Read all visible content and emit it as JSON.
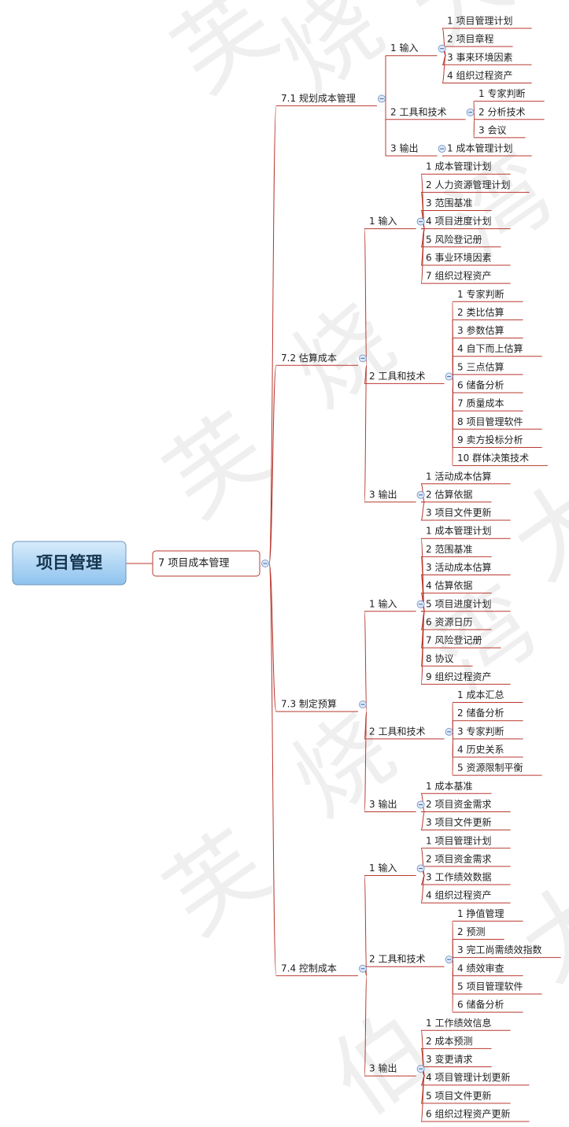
{
  "watermark": "芙烧湾大伯",
  "colors": {
    "connector": "#b9392f",
    "root_fill_top": "#d7ecfb",
    "root_fill_bottom": "#8ec2ee",
    "toggle": "#3a5fa0"
  },
  "root": {
    "label": "项目管理",
    "children": [
      {
        "label": "7  项目成本管理",
        "children": [
          {
            "label": "7.1  规划成本管理",
            "children": [
              {
                "label": "1  输入",
                "children": [
                  {
                    "label": "1  项目管理计划"
                  },
                  {
                    "label": "2  项目章程"
                  },
                  {
                    "label": "3  事来环境因素"
                  },
                  {
                    "label": "4  组织过程资产"
                  }
                ]
              },
              {
                "label": "2  工具和技术",
                "children": [
                  {
                    "label": "1  专家判断"
                  },
                  {
                    "label": "2  分析技术"
                  },
                  {
                    "label": "3  会议"
                  }
                ]
              },
              {
                "label": "3  输出",
                "children": [
                  {
                    "label": "1  成本管理计划"
                  }
                ]
              }
            ]
          },
          {
            "label": "7.2  估算成本",
            "children": [
              {
                "label": "1  输入",
                "children": [
                  {
                    "label": "1  成本管理计划"
                  },
                  {
                    "label": "2  人力资源管理计划"
                  },
                  {
                    "label": "3  范围基准"
                  },
                  {
                    "label": "4  项目进度计划"
                  },
                  {
                    "label": "5  风险登记册"
                  },
                  {
                    "label": "6  事业环境因素"
                  },
                  {
                    "label": "7  组织过程资产"
                  }
                ]
              },
              {
                "label": "2  工具和技术",
                "children": [
                  {
                    "label": "1  专家判断"
                  },
                  {
                    "label": "2  类比估算"
                  },
                  {
                    "label": "3  参数估算"
                  },
                  {
                    "label": "4  自下而上估算"
                  },
                  {
                    "label": "5  三点估算"
                  },
                  {
                    "label": "6  储备分析"
                  },
                  {
                    "label": "7  质量成本"
                  },
                  {
                    "label": "8  项目管理软件"
                  },
                  {
                    "label": "9  卖方投标分析"
                  },
                  {
                    "label": "10  群体决策技术"
                  }
                ]
              },
              {
                "label": "3  输出",
                "children": [
                  {
                    "label": "1  活动成本估算"
                  },
                  {
                    "label": "2  估算依据"
                  },
                  {
                    "label": "3  项目文件更新"
                  }
                ]
              }
            ]
          },
          {
            "label": "7.3  制定预算",
            "children": [
              {
                "label": "1  输入",
                "children": [
                  {
                    "label": "1  成本管理计划"
                  },
                  {
                    "label": "2  范围基准"
                  },
                  {
                    "label": "3  活动成本估算"
                  },
                  {
                    "label": "4  估算依据"
                  },
                  {
                    "label": "5  项目进度计划"
                  },
                  {
                    "label": "6  资源日历"
                  },
                  {
                    "label": "7  风险登记册"
                  },
                  {
                    "label": "8  协议"
                  },
                  {
                    "label": "9  组织过程资产"
                  }
                ]
              },
              {
                "label": "2  工具和技术",
                "children": [
                  {
                    "label": "1  成本汇总"
                  },
                  {
                    "label": "2  储备分析"
                  },
                  {
                    "label": "3  专家判断"
                  },
                  {
                    "label": "4  历史关系"
                  },
                  {
                    "label": "5  资源限制平衡"
                  }
                ]
              },
              {
                "label": "3  输出",
                "children": [
                  {
                    "label": "1  成本基准"
                  },
                  {
                    "label": "2  项目资金需求"
                  },
                  {
                    "label": "3  项目文件更新"
                  }
                ]
              }
            ]
          },
          {
            "label": "7.4  控制成本",
            "children": [
              {
                "label": "1  输入",
                "children": [
                  {
                    "label": "1  项目管理计划"
                  },
                  {
                    "label": "2  项目资金需求"
                  },
                  {
                    "label": "3  工作绩效数据"
                  },
                  {
                    "label": "4  组织过程资产"
                  }
                ]
              },
              {
                "label": "2  工具和技术",
                "children": [
                  {
                    "label": "1  挣值管理"
                  },
                  {
                    "label": "2  预测"
                  },
                  {
                    "label": "3  完工尚需绩效指数"
                  },
                  {
                    "label": "4  绩效审查"
                  },
                  {
                    "label": "5  项目管理软件"
                  },
                  {
                    "label": "6  储备分析"
                  }
                ]
              },
              {
                "label": "3  输出",
                "children": [
                  {
                    "label": "1  工作绩效信息"
                  },
                  {
                    "label": "2  成本预测"
                  },
                  {
                    "label": "3  变更请求"
                  },
                  {
                    "label": "4  项目管理计划更新"
                  },
                  {
                    "label": "5  项目文件更新"
                  },
                  {
                    "label": "6  组织过程资产更新"
                  }
                ]
              }
            ]
          }
        ]
      }
    ]
  }
}
